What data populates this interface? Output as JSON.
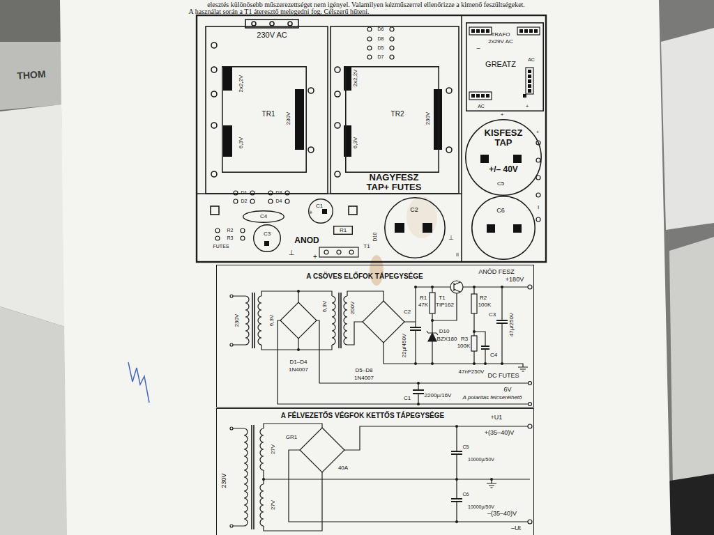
{
  "diagram": {
    "nodes": [
      {
        "text": [
          "TR1"
        ]
      },
      {
        "text": [
          "TR2"
        ]
      },
      {
        "text": [
          "GREATZ"
        ]
      },
      {
        "text": [
          "KISFESZ TAP",
          "+/– 40V",
          "C5"
        ]
      },
      {
        "text": [
          "C6"
        ]
      },
      {
        "text": [
          "C2"
        ]
      },
      {
        "text": [
          "C1"
        ]
      },
      {
        "text": [
          "C3"
        ]
      },
      {
        "text": [
          "A CSÖVES ELŐFOK TÁPEGYSÉGE"
        ]
      },
      {
        "text": [
          "A FÉLVEZETŐS VÉGFOK KETTŐS TÁPEGYSÉGE"
        ]
      },
      {
        "text": [
          "C4"
        ]
      },
      {
        "text": [
          "R1"
        ]
      }
    ],
    "labels": [
      "elesztés különösebb műszerezettséget nem igényel. Valamilyen kézműszerrel ellenőrizze a kimenő feszültségeket.",
      "A használat során a T1 áteresztő melegedni fog. Célszerű hűteni.",
      "230V AC",
      "D6",
      "D8",
      "D5",
      "D7",
      "2x2,2V",
      "6,3V",
      "230V",
      "2x2,2V",
      "6,3V",
      "230V",
      "NAGYFESZ TAP+ FUTES",
      "D1",
      "D3",
      "D2",
      "D4",
      "+",
      "R2",
      "R3",
      "FUTES",
      "ANOD",
      "D10",
      "T1",
      "⊥",
      "+",
      "TRAFO",
      "2x29V AC",
      "AC",
      "–",
      "AC",
      "+",
      "+",
      "+",
      "⊥",
      "II",
      "I",
      "ANÓD FESZ",
      "+180V",
      "230V",
      "6,3V",
      "D1–D4",
      "1N4007",
      "6,3V",
      "200V",
      "D5–D8",
      "1N4007",
      "R1",
      "47K",
      "T1",
      "TIP162",
      "R2",
      "100K",
      "C3",
      "47µ/250V",
      "C2",
      "22µ/450V",
      "D10",
      "BZX180",
      "R3",
      "100K",
      "C4",
      "47nF250V",
      "C1",
      "2200µ/16V",
      "DC FUTES",
      "6V",
      "A polaritás felcserélhető",
      "+U1",
      "+(35–40)V",
      "230V",
      "27V",
      "27V",
      "GR1",
      "40A",
      "C5",
      "10000µ/50V",
      "C6",
      "10000µ/50V",
      "–(35–40)V",
      "–Ut",
      "THOM"
    ]
  }
}
